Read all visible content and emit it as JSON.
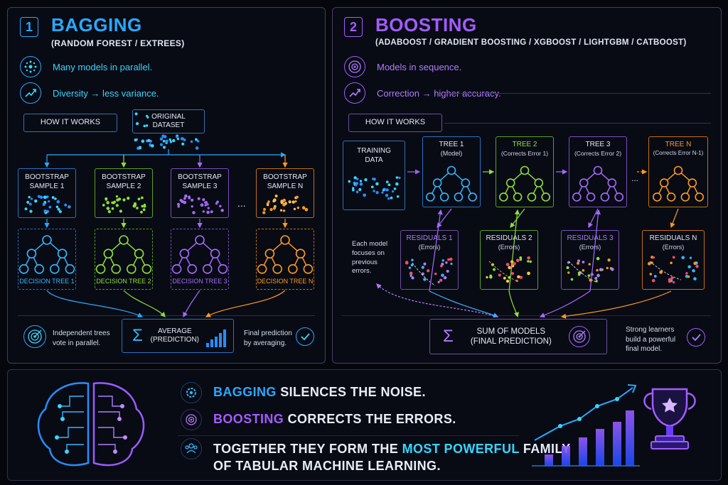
{
  "bagging": {
    "number": "1",
    "title": "BAGGING",
    "subtitle": "(RANDOM FOREST / EXTREES)",
    "bullets": [
      {
        "icon": "network-icon",
        "text": "Many models in parallel."
      },
      {
        "icon": "trend-chart-icon",
        "text": "Diversity → less variance."
      }
    ],
    "how_it_works": "HOW IT WORKS",
    "dataset_label": "ORIGINAL DATASET",
    "samples": [
      {
        "label": "BOOTSTRAP SAMPLE 1",
        "tree": "DECISION TREE 1",
        "color": "#33aaff"
      },
      {
        "label": "BOOTSTRAP SAMPLE 2",
        "tree": "DECISION TREE 2",
        "color": "#8ee03a"
      },
      {
        "label": "BOOTSTRAP SAMPLE 3",
        "tree": "DECISION TREE 3",
        "color": "#a56bff"
      },
      {
        "label": "BOOTSTRAP SAMPLE N",
        "tree": "DECISION TREE N",
        "color": "#ff9a1f"
      }
    ],
    "ellipsis": "...",
    "left_note": "Independent trees vote in parallel.",
    "average_label": "AVERAGE (PREDICTION)",
    "sigma": "Σ",
    "right_note": "Final prediction by averaging."
  },
  "boosting": {
    "number": "2",
    "title": "BOOSTING",
    "subtitle": "(ADABOOST / GRADIENT BOOSTING / XGBOOST / LIGHTGBM / CATBOOST)",
    "bullets": [
      {
        "icon": "target-icon",
        "text": "Models in sequence."
      },
      {
        "icon": "trend-chart-icon",
        "text": "Correction → higher accuracy."
      }
    ],
    "how_it_works": "HOW IT WORKS",
    "training_data": "TRAINING DATA",
    "trees": [
      {
        "title": "TREE 1",
        "sub": "(Model)",
        "color": "#33aaff"
      },
      {
        "title": "TREE 2",
        "sub": "(Corrects Error 1)",
        "color": "#8ee03a"
      },
      {
        "title": "TREE 3",
        "sub": "(Corrects Error 2)",
        "color": "#a56bff"
      },
      {
        "title": "TREE N",
        "sub": "(Corrects Error N-1)",
        "color": "#ff9a1f"
      }
    ],
    "ellipsis": "...",
    "residuals": [
      {
        "title": "RESIDUALS 1",
        "sub": "(Errors)",
        "color": "#a56bff"
      },
      {
        "title": "RESIDUALS 2",
        "sub": "(Errors)",
        "color": "#8ee03a"
      },
      {
        "title": "RESIDUALS 3",
        "sub": "(Errors)",
        "color": "#a56bff"
      },
      {
        "title": "RESIDUALS N",
        "sub": "(Errors)",
        "color": "#ff9a1f"
      }
    ],
    "focus_note": "Each model focuses on previous errors.",
    "sum_label": "SUM OF MODELS (FINAL PREDICTION)",
    "sigma": "Σ",
    "right_note": "Strong learners build a powerful final model."
  },
  "footer": {
    "line1_key": "BAGGING",
    "line1_rest": "SILENCES THE NOISE.",
    "line2_key": "BOOSTING",
    "line2_rest": "CORRECTS THE ERRORS.",
    "line3_a": "TOGETHER THEY FORM THE",
    "line3_key": "MOST POWERFUL",
    "line3_b": "FAMILY",
    "line4": "OF TABULAR MACHINE LEARNING.",
    "icons": [
      "gear-icon",
      "target-icon",
      "team-icon",
      "brain-icon",
      "trophy-icon",
      "growth-chart-icon"
    ]
  },
  "colors": {
    "bagging_accent": "#2aa8ff",
    "boosting_accent": "#a35cff",
    "cyan": "#36d6ff",
    "green": "#8ee03a",
    "purple": "#a56bff",
    "orange": "#ff9a1f"
  }
}
